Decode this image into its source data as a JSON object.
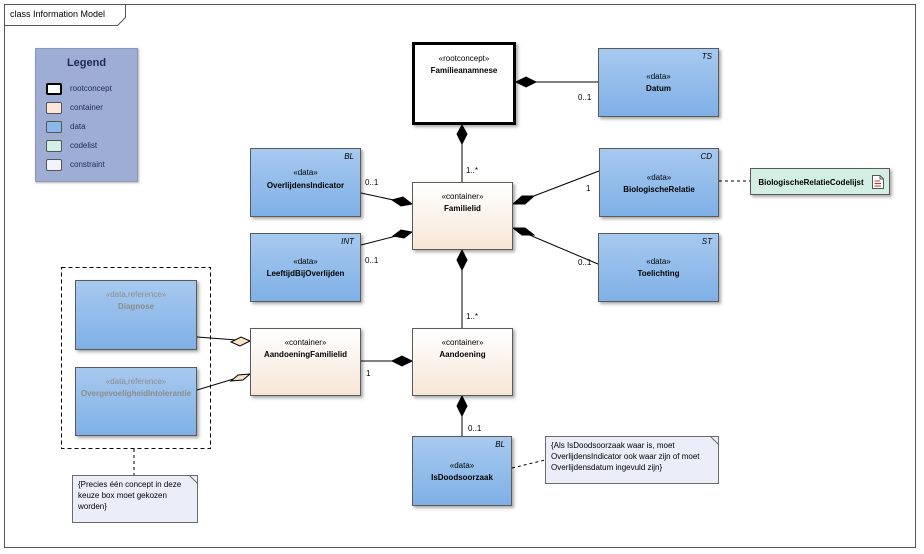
{
  "frame": {
    "title": "class Information Model"
  },
  "legend": {
    "title": "Legend",
    "items": [
      {
        "label": "rootconcept",
        "color": "#ffffff",
        "bold": true
      },
      {
        "label": "container",
        "color": "#f9e7d7"
      },
      {
        "label": "data",
        "color": "#8db9ea"
      },
      {
        "label": "codelist",
        "color": "#d3efe3"
      },
      {
        "label": "constraint",
        "color": "#f3f3fb"
      }
    ]
  },
  "nodes": {
    "familieanamnese": {
      "stereotype": "«rootconcept»",
      "name": "Familieanamnese"
    },
    "datum": {
      "stereotype": "«data»",
      "name": "Datum",
      "tag": "TS"
    },
    "overlijdensindicator": {
      "stereotype": "«data»",
      "name": "OverlijdensIndicator",
      "tag": "BL"
    },
    "familielid": {
      "stereotype": "«container»",
      "name": "Familielid"
    },
    "biologischerelatie": {
      "stereotype": "«data»",
      "name": "BiologischeRelatie",
      "tag": "CD"
    },
    "codelijst": {
      "name": "BiologischeRelatieCodelijst"
    },
    "leeftijd": {
      "stereotype": "«data»",
      "name": "LeeftijdBijOverlijden",
      "tag": "INT"
    },
    "toelichting": {
      "stereotype": "«data»",
      "name": "Toelichting",
      "tag": "ST"
    },
    "diagnose": {
      "stereotype": "«data,reference»",
      "name": "Diagnose"
    },
    "overgevoeligheid": {
      "stereotype": "«data,reference»",
      "name": "OvergevoeligheidIntolerantie"
    },
    "aandoeningfamilielid": {
      "stereotype": "«container»",
      "name": "AandoeningFamilielid"
    },
    "aandoening": {
      "stereotype": "«container»",
      "name": "Aandoening"
    },
    "isdoodsoorzaak": {
      "stereotype": "«data»",
      "name": "IsDoodsoorzaak",
      "tag": "BL"
    }
  },
  "multiplicities": {
    "datum": "0..1",
    "familielid": "1..*",
    "overlijdensindicator": "0..1",
    "biologischerelatie": "1",
    "leeftijd": "0..1",
    "toelichting": "0..1",
    "aandoening": "1..*",
    "aandoeningfamilielid": "1",
    "isdoodsoorzaak": "0..1"
  },
  "notes": {
    "choice": [
      "{Precies één concept in deze",
      "keuze box moet gekozen",
      "worden}"
    ],
    "constraint": [
      "{Als IsDoodsoorzaak waar is, moet",
      "OverlijdensIndicator ook waar zijn of moet",
      "Overlijdensdatum ingevuld zijn}"
    ]
  }
}
